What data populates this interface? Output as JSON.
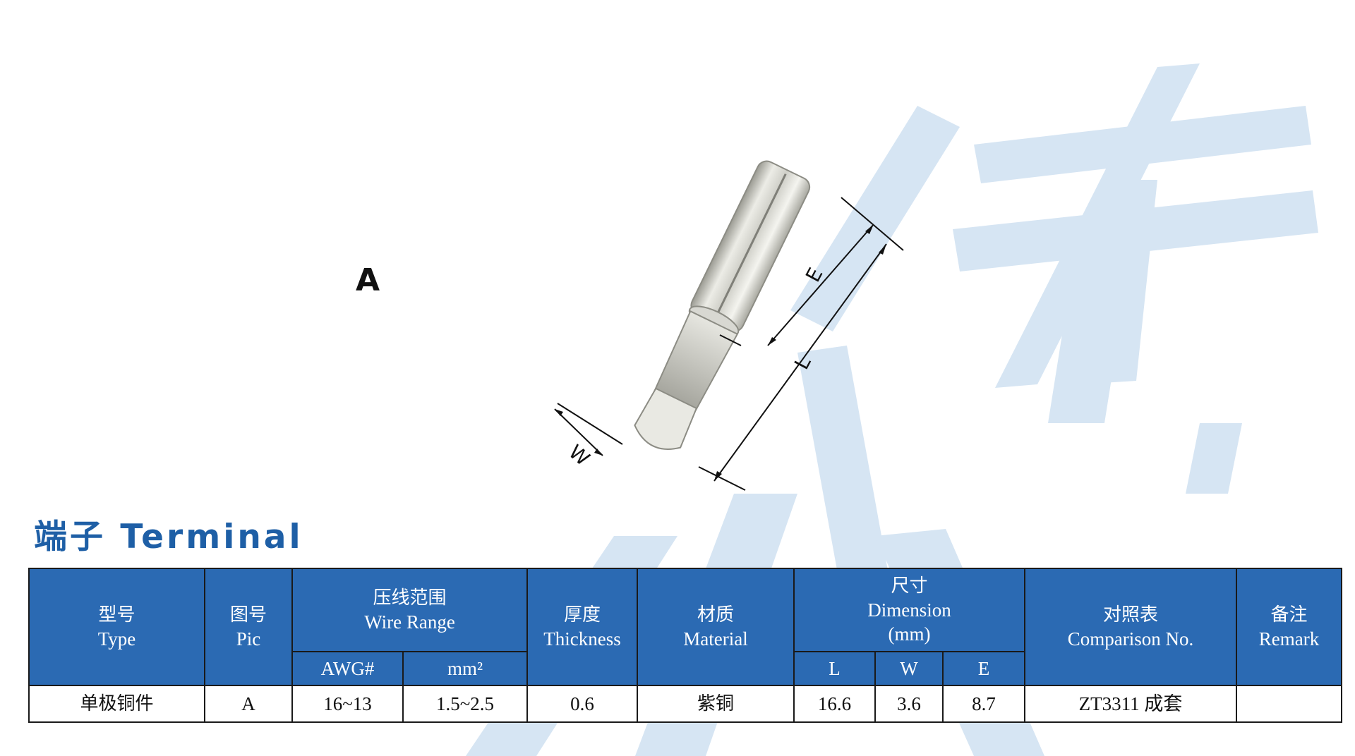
{
  "picture": {
    "label": "A"
  },
  "dimension_marks": {
    "e": "E",
    "l": "L",
    "w": "W"
  },
  "section": {
    "title": "端子 Terminal"
  },
  "table": {
    "headers": {
      "type": {
        "cn": "型号",
        "en": "Type"
      },
      "pic": {
        "cn": "图号",
        "en": "Pic"
      },
      "wire_range": {
        "cn": "压线范围",
        "en": "Wire Range",
        "awg": "AWG#",
        "mm2": "mm²"
      },
      "thickness": {
        "cn": "厚度",
        "en": "Thickness"
      },
      "material": {
        "cn": "材质",
        "en": "Material"
      },
      "dimension": {
        "cn": "尺寸",
        "en": "Dimension",
        "unit": "(mm)",
        "l": "L",
        "w": "W",
        "e": "E"
      },
      "comparison": {
        "cn": "对照表",
        "en": "Comparison No."
      },
      "remark": {
        "cn": "备注",
        "en": "Remark"
      }
    },
    "rows": [
      {
        "type": "单极铜件",
        "pic": "A",
        "awg": "16~13",
        "mm2": "1.5~2.5",
        "thickness": "0.6",
        "material": "紫铜",
        "l": "16.6",
        "w": "3.6",
        "e": "8.7",
        "comparison": "ZT3311 成套",
        "remark": ""
      }
    ]
  },
  "colors": {
    "header_bg": "#2b6ab3",
    "title": "#1e5fa6",
    "watermark": "#d6e5f3"
  }
}
